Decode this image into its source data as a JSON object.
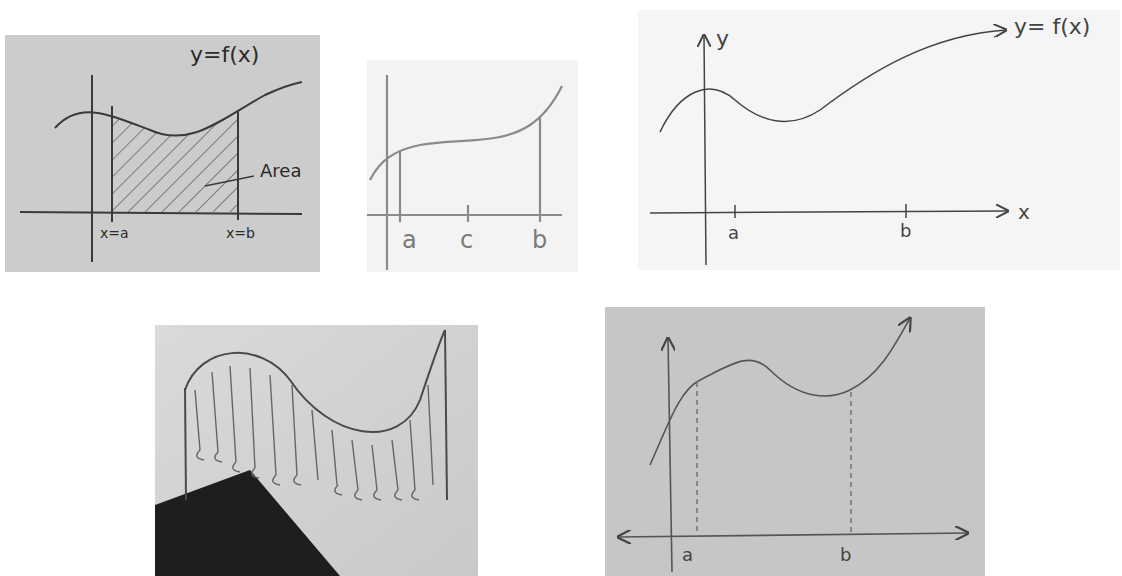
{
  "diagram": {
    "labels": [
      "y=f(x)",
      "Area",
      "x=a",
      "x=b",
      "a",
      "c",
      "b",
      "y",
      "y= f(x)",
      "a",
      "b",
      "x",
      "a",
      "b"
    ]
  }
}
